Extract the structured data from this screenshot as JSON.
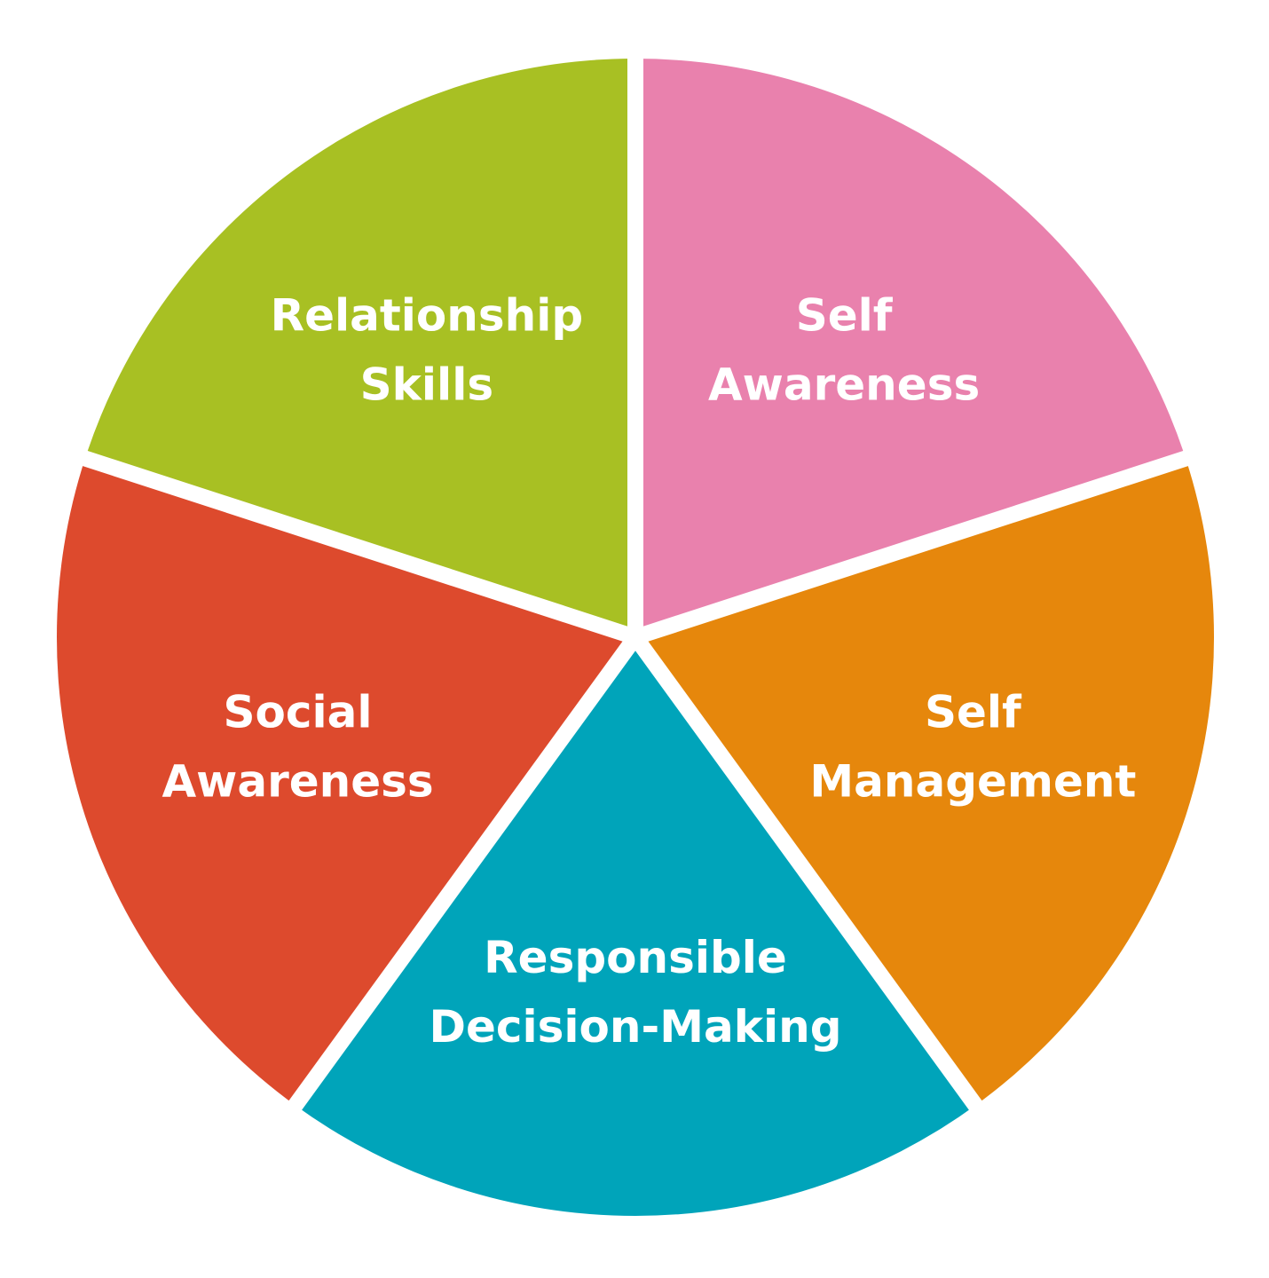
{
  "wheel": {
    "segments": [
      {
        "id": "self-awareness",
        "lines": [
          "Self",
          "Awareness"
        ],
        "color": "#E981AD"
      },
      {
        "id": "self-management",
        "lines": [
          "Self",
          "Management"
        ],
        "color": "#E6870C"
      },
      {
        "id": "responsible-decision-making",
        "lines": [
          "Responsible",
          "Decision-Making"
        ],
        "color": "#00A4BA"
      },
      {
        "id": "social-awareness",
        "lines": [
          "Social",
          "Awareness"
        ],
        "color": "#DD4A2D"
      },
      {
        "id": "relationship-skills",
        "lines": [
          "Relationship",
          "Skills"
        ],
        "color": "#A8C023"
      }
    ],
    "separator_color": "#FFFFFF"
  }
}
